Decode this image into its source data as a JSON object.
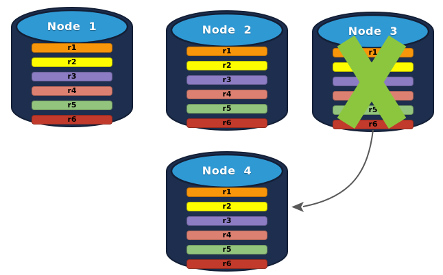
{
  "diagram": {
    "title_hint": "Replicated database nodes with failed node",
    "nodes": [
      {
        "id": "node-1",
        "label": "Node 1",
        "failed": false
      },
      {
        "id": "node-2",
        "label": "Node 2",
        "failed": false
      },
      {
        "id": "node-3",
        "label": "Node 3",
        "failed": true
      },
      {
        "id": "node-4",
        "label": "Node 4",
        "failed": false
      }
    ],
    "rows": [
      {
        "label": "r1",
        "color": "#F7950B"
      },
      {
        "label": "r2",
        "color": "#FDFD00"
      },
      {
        "label": "r3",
        "color": "#8B7CC3"
      },
      {
        "label": "r4",
        "color": "#DC8172"
      },
      {
        "label": "r5",
        "color": "#93C47D"
      },
      {
        "label": "r6",
        "color": "#C13A2B"
      }
    ],
    "arrow": {
      "from": "node-3",
      "to": "node-4"
    },
    "icons": {
      "failure_x": "x-cross"
    },
    "colors": {
      "cylinder_body": "#1D2E4E",
      "cylinder_outline": "#131F36",
      "cylinder_top": "#2F99D4",
      "failure_x": "#8CC63F",
      "arrow": "#595959",
      "node_label_text": "#FFFFFF",
      "row_label_text": "#000000",
      "background": "#FFFFFF"
    }
  }
}
